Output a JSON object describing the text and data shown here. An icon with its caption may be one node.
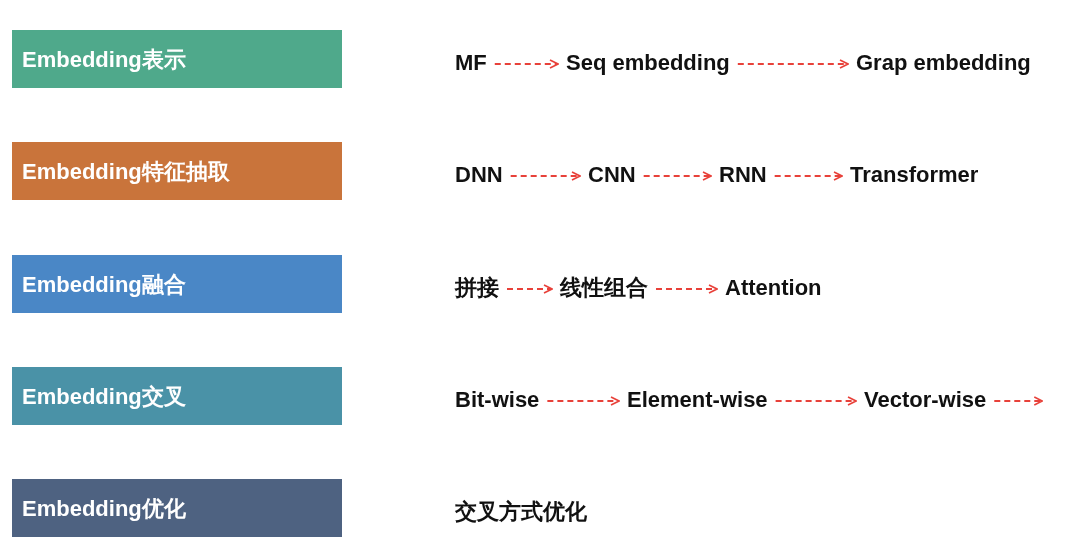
{
  "diagram": {
    "nodes": [
      {
        "text": [
          "Embedding表示"
        ]
      },
      {
        "text": [
          "MF"
        ]
      },
      {
        "text": [
          "Seq embedding"
        ]
      },
      {
        "text": [
          "Grap embedding"
        ]
      },
      {
        "text": [
          "Embedding特征抽取"
        ]
      },
      {
        "text": [
          "DNN"
        ]
      },
      {
        "text": [
          "CNN"
        ]
      },
      {
        "text": [
          "RNN"
        ]
      },
      {
        "text": [
          "Transformer"
        ]
      },
      {
        "text": [
          "Embedding融合"
        ]
      },
      {
        "text": [
          "拼接"
        ]
      },
      {
        "text": [
          "线性组合"
        ]
      },
      {
        "text": [
          "Attention"
        ]
      },
      {
        "text": [
          "Embedding交叉"
        ]
      },
      {
        "text": [
          "Bit-wise"
        ]
      },
      {
        "text": [
          "Element-wise"
        ]
      },
      {
        "text": [
          "Vector-wise"
        ]
      },
      {
        "text": [
          "Embedding优化"
        ]
      },
      {
        "text": [
          "交叉方式优化"
        ]
      }
    ],
    "edges": [
      {
        "from": 1,
        "to": 2,
        "arrow": "to"
      },
      {
        "from": 2,
        "to": 3,
        "arrow": "to"
      },
      {
        "from": 5,
        "to": 6,
        "arrow": "to"
      },
      {
        "from": 6,
        "to": 7,
        "arrow": "to"
      },
      {
        "from": 7,
        "to": 8,
        "arrow": "to"
      },
      {
        "from": 10,
        "to": 11,
        "arrow": "to"
      },
      {
        "from": 11,
        "to": 12,
        "arrow": "to"
      },
      {
        "from": 14,
        "to": 15,
        "arrow": "to"
      },
      {
        "from": 15,
        "to": 16,
        "arrow": "to"
      },
      {
        "from": 16,
        "to": null,
        "arrow": "to"
      }
    ]
  }
}
